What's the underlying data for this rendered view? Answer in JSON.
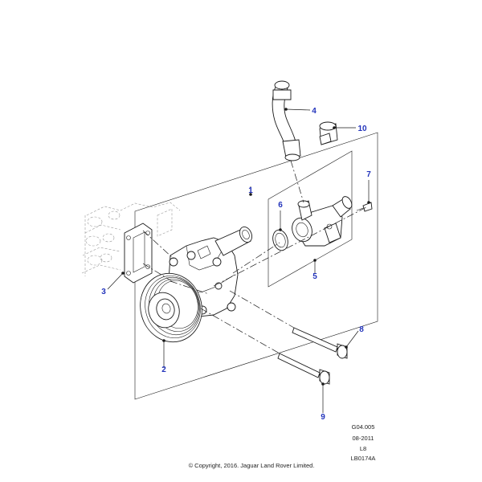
{
  "callouts": {
    "c1": "1",
    "c2": "2",
    "c3": "3",
    "c4": "4",
    "c5": "5",
    "c6": "6",
    "c7": "7",
    "c8": "8",
    "c9": "9",
    "c10": "10"
  },
  "info": {
    "figure": "G04.005",
    "date": "08-2011",
    "engine": "L8",
    "ref": "LB0174A"
  },
  "copyright": "© Copyright, 2016. Jaguar Land Rover Limited.",
  "colors": {
    "callout": "#2233bb",
    "line": "#1a1a1a"
  }
}
